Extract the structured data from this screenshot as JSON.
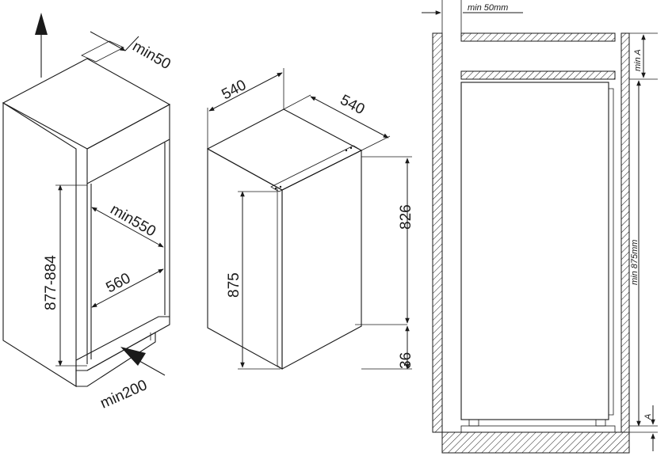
{
  "labels": {
    "niche_top_clearance": "min50",
    "niche_depth": "min550",
    "niche_width": "560",
    "niche_height": "877-884",
    "niche_bottom_vent": "min200",
    "unit_width": "540",
    "unit_depth": "540",
    "unit_height": "875",
    "door_height": "826",
    "door_bottom_offset": "36",
    "side_top_gap": "min 50mm",
    "side_min_a": "min A",
    "side_height": "min 875mm",
    "side_a": "A"
  },
  "icons": [
    "airflow-up-arrow-icon",
    "airflow-in-arrow-icon"
  ]
}
